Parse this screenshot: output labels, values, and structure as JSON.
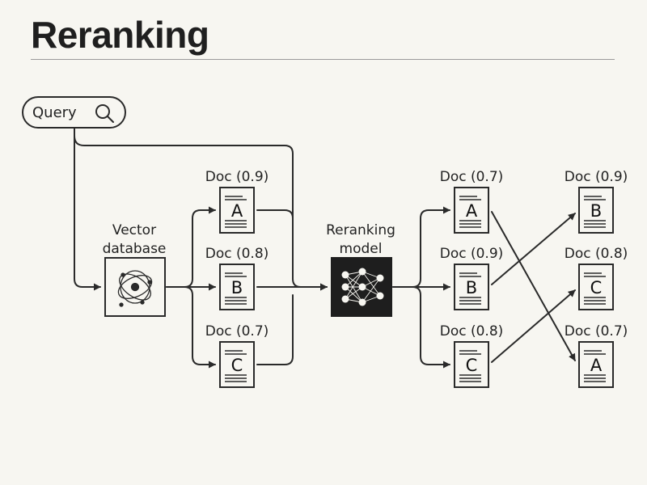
{
  "title": "Reranking",
  "query": {
    "label": "Query"
  },
  "vector_db": {
    "line1": "Vector",
    "line2": "database"
  },
  "reranker": {
    "line1": "Reranking",
    "line2": "model"
  },
  "retrieved_docs": [
    {
      "label": "Doc (0.9)",
      "letter": "A"
    },
    {
      "label": "Doc (0.8)",
      "letter": "B"
    },
    {
      "label": "Doc (0.7)",
      "letter": "C"
    }
  ],
  "reranker_scored_docs": [
    {
      "label": "Doc (0.7)",
      "letter": "A"
    },
    {
      "label": "Doc (0.9)",
      "letter": "B"
    },
    {
      "label": "Doc (0.8)",
      "letter": "C"
    }
  ],
  "final_ranked_docs": [
    {
      "label": "Doc (0.9)",
      "letter": "B"
    },
    {
      "label": "Doc (0.8)",
      "letter": "C"
    },
    {
      "label": "Doc (0.7)",
      "letter": "A"
    }
  ],
  "colors": {
    "ink": "#2a2a2a",
    "model_fill": "#1e1e1e",
    "background": "#f7f6f1"
  }
}
